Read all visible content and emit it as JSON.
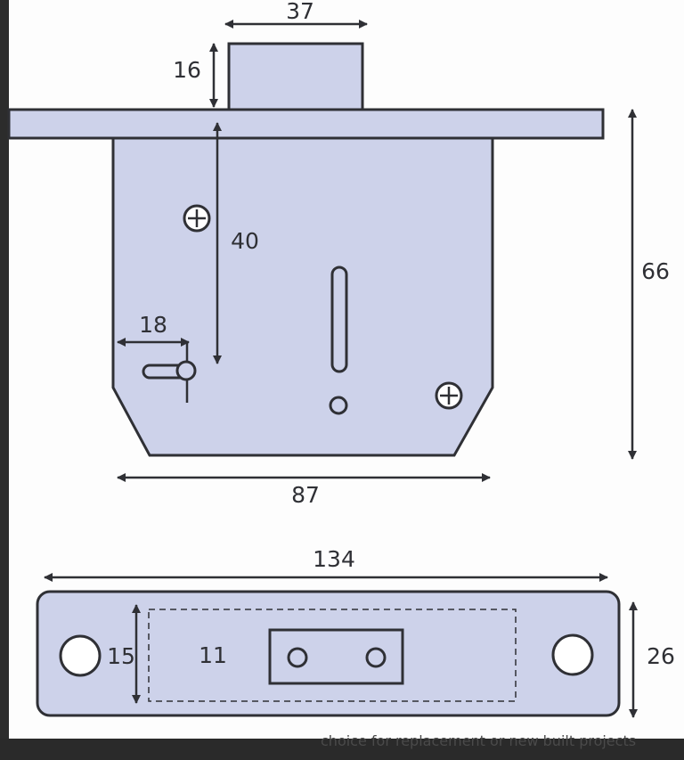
{
  "diagram": {
    "dimensions": {
      "bolt_width": "37",
      "bolt_height": "16",
      "backset": "40",
      "height": "66",
      "pin_offset": "18",
      "body_width": "87",
      "strike_length": "134",
      "strike_inner_height": "15",
      "strike_inner_offset": "11",
      "strike_height": "26"
    },
    "colors": {
      "fill": "#cdd2ea",
      "stroke": "#2f3035"
    }
  },
  "caption": "choice for replacement or new built projects"
}
